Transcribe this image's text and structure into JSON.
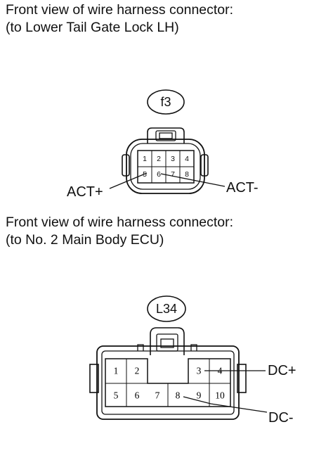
{
  "connector_f3": {
    "caption_line1": "Front view of wire harness connector:",
    "caption_line2": "(to Lower Tail Gate Lock LH)",
    "code": "f3",
    "pins_top": [
      "1",
      "2",
      "3",
      "4"
    ],
    "pins_bottom": [
      "5",
      "6",
      "7",
      "8"
    ],
    "label_left": "ACT+",
    "label_right": "ACT-"
  },
  "connector_l34": {
    "caption_line1": "Front view of wire harness connector:",
    "caption_line2": "(to No. 2 Main Body ECU)",
    "code": "L34",
    "pins_top": [
      "1",
      "2",
      "3",
      "4"
    ],
    "pins_bottom": [
      "5",
      "6",
      "7",
      "8",
      "9",
      "10"
    ],
    "label_top": "DC+",
    "label_bottom": "DC-"
  }
}
